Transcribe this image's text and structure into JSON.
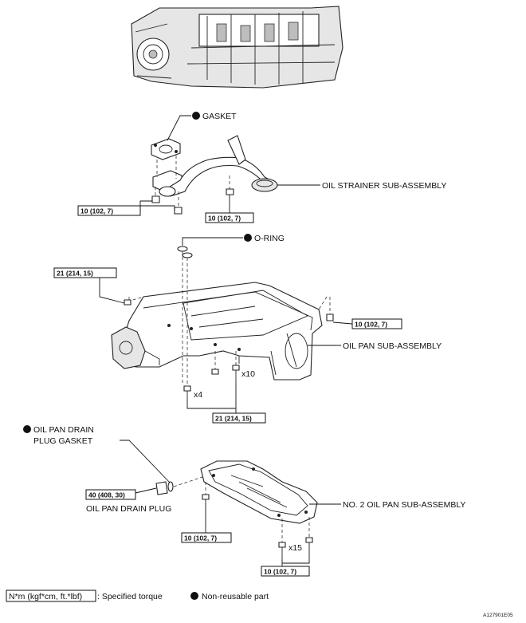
{
  "labels": {
    "gasket": "GASKET",
    "oil_strainer": "OIL STRAINER SUB-ASSEMBLY",
    "o_ring": "O-RING",
    "oil_pan": "OIL PAN SUB-ASSEMBLY",
    "drain_plug_gasket_1": "OIL PAN DRAIN",
    "drain_plug_gasket_2": "PLUG GASKET",
    "drain_plug": "OIL PAN DRAIN PLUG",
    "no2_oil_pan": "NO. 2 OIL PAN SUB-ASSEMBLY"
  },
  "torques": {
    "strainer_left": "10 (102, 7)",
    "strainer_right": "10 (102, 7)",
    "oil_pan_left": "21 (214, 15)",
    "oil_pan_right": "10 (102, 7)",
    "oil_pan_bottom": "21 (214, 15)",
    "drain_plug": "40 (408, 30)",
    "no2_pan_left": "10 (102, 7)",
    "no2_pan_bottom": "10 (102, 7)"
  },
  "quantities": {
    "x4": "x4",
    "x10": "x10",
    "x15": "x15"
  },
  "legend": {
    "torque_key": "N*m (kgf*cm, ft.*lbf)",
    "torque_desc": ": Specified torque",
    "nonreusable": "Non-reusable part"
  },
  "figure_ref": "A127901E05"
}
